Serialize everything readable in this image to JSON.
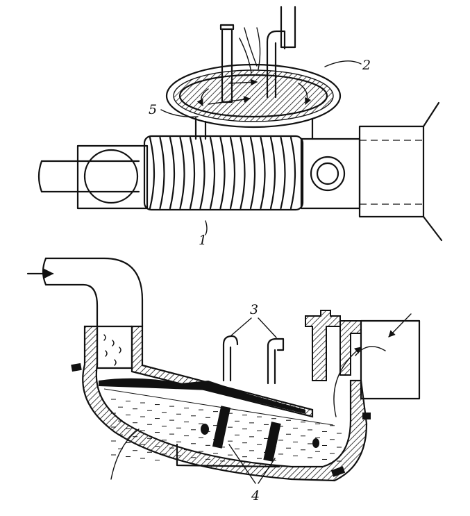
{
  "figure": {
    "top_view": {
      "callouts": {
        "coil_number": "1",
        "ring_number": "2",
        "tube_number": "5"
      }
    },
    "section_view": {
      "callouts": {
        "pipes_number": "3",
        "bars_number": "4"
      }
    }
  }
}
